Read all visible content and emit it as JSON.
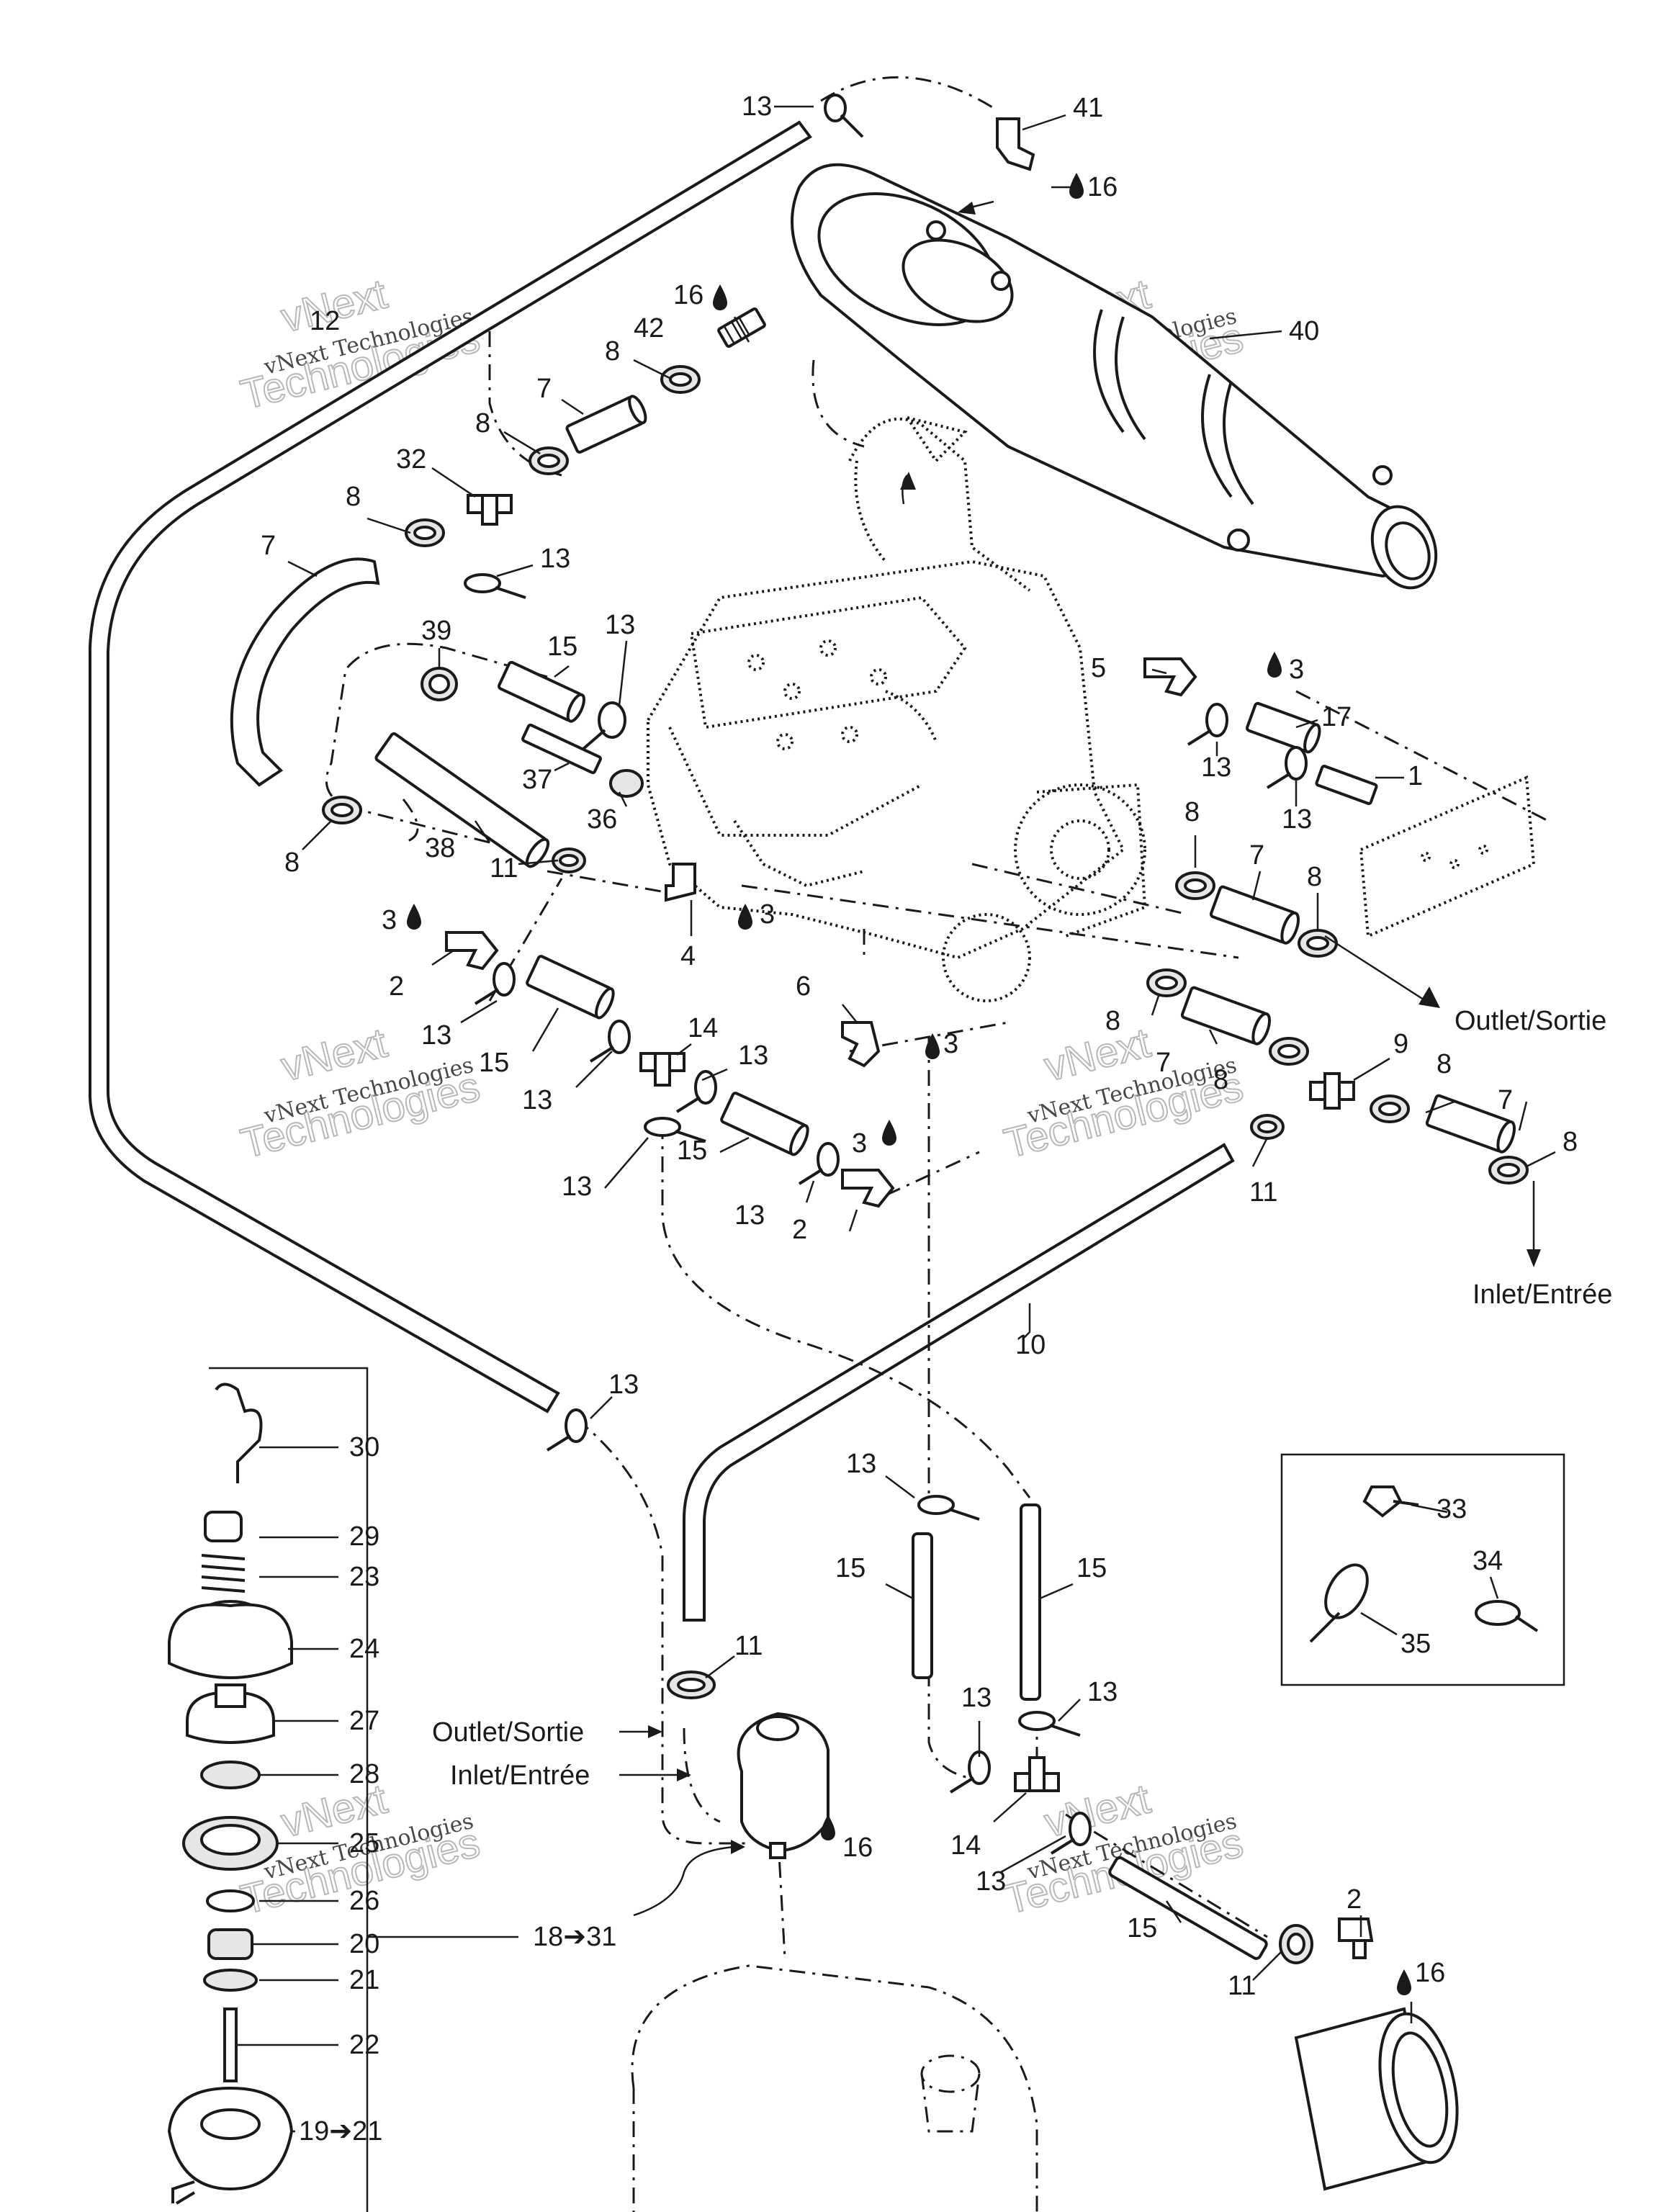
{
  "watermark": {
    "line1": "vNext Technologies",
    "line2": "vNext",
    "line3": "Technologies"
  },
  "part_numbers": {
    "p1": "1",
    "p2": "2",
    "p3": "3",
    "p4": "4",
    "p5": "5",
    "p6": "6",
    "p7": "7",
    "p8": "8",
    "p9": "9",
    "p10": "10",
    "p11": "11",
    "p12": "12",
    "p13": "13",
    "p14": "14",
    "p15": "15",
    "p16": "16",
    "p17": "17",
    "p18_31": "18➔31",
    "p19_21": "19➔21",
    "p20": "20",
    "p21": "21",
    "p22": "22",
    "p23": "23",
    "p24": "24",
    "p25": "25",
    "p26": "26",
    "p27": "27",
    "p28": "28",
    "p29": "29",
    "p30": "30",
    "p32": "32",
    "p33": "33",
    "p34": "34",
    "p35": "35",
    "p36": "36",
    "p37": "37",
    "p38": "38",
    "p39": "39",
    "p40": "40",
    "p41": "41",
    "p42": "42"
  },
  "flow_labels": {
    "outlet": "Outlet/Sortie",
    "inlet": "Inlet/Entrée"
  },
  "icons": {
    "drop": "sealant-drop-icon",
    "arrow": "flow-arrow-icon"
  }
}
